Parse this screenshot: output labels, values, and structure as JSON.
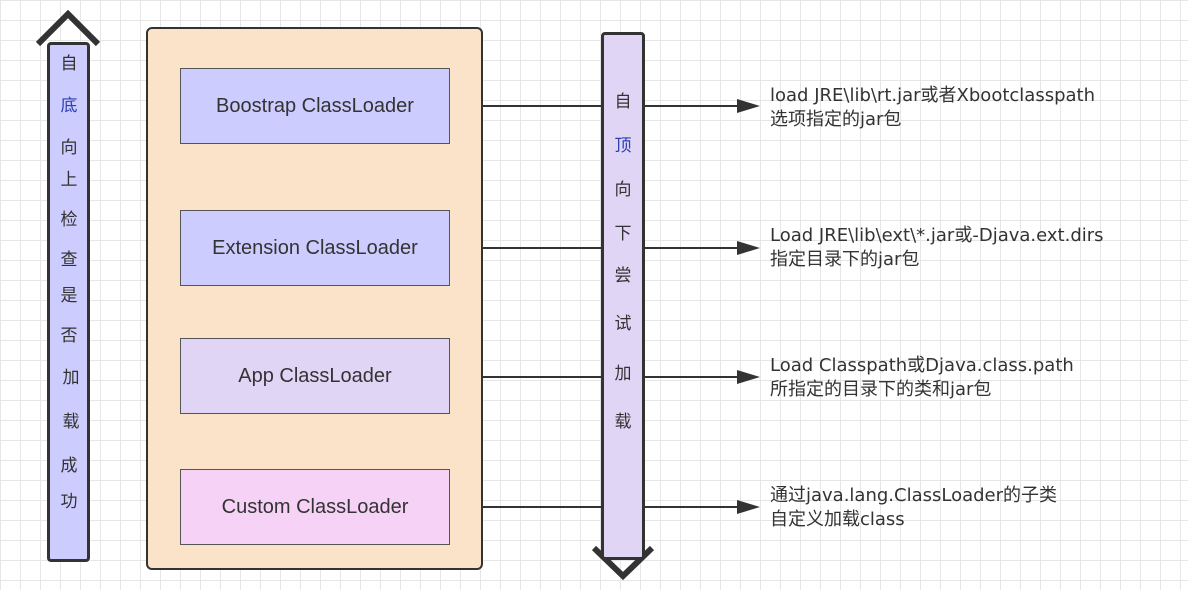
{
  "left_bar": {
    "chars": [
      "自",
      "底",
      "向",
      "上",
      "检",
      "查",
      "是",
      "否",
      "加",
      "载",
      "成",
      "功"
    ]
  },
  "right_bar": {
    "chars": [
      "自",
      "顶",
      "向",
      "下",
      "尝",
      "试",
      "加",
      "载"
    ]
  },
  "loaders": [
    {
      "label": "Boostrap ClassLoader",
      "color": "#ccccff"
    },
    {
      "label": "Extension ClassLoader",
      "color": "#ccccff"
    },
    {
      "label": "App ClassLoader",
      "color": "#e1d5f6"
    },
    {
      "label": "Custom ClassLoader",
      "color": "#f6d2f6"
    }
  ],
  "descriptions": [
    {
      "line1": "load JRE\\lib\\rt.jar或者Xbootclasspath",
      "line2": "选项指定的jar包"
    },
    {
      "line1": "Load JRE\\lib\\ext\\*.jar或-Djava.ext.dirs",
      "line2": "指定目录下的jar包"
    },
    {
      "line1": "Load Classpath或Djava.class.path",
      "line2": "所指定的目录下的类和jar包"
    },
    {
      "line1": "通过java.lang.ClassLoader的子类",
      "line2": "自定义加载class"
    }
  ]
}
